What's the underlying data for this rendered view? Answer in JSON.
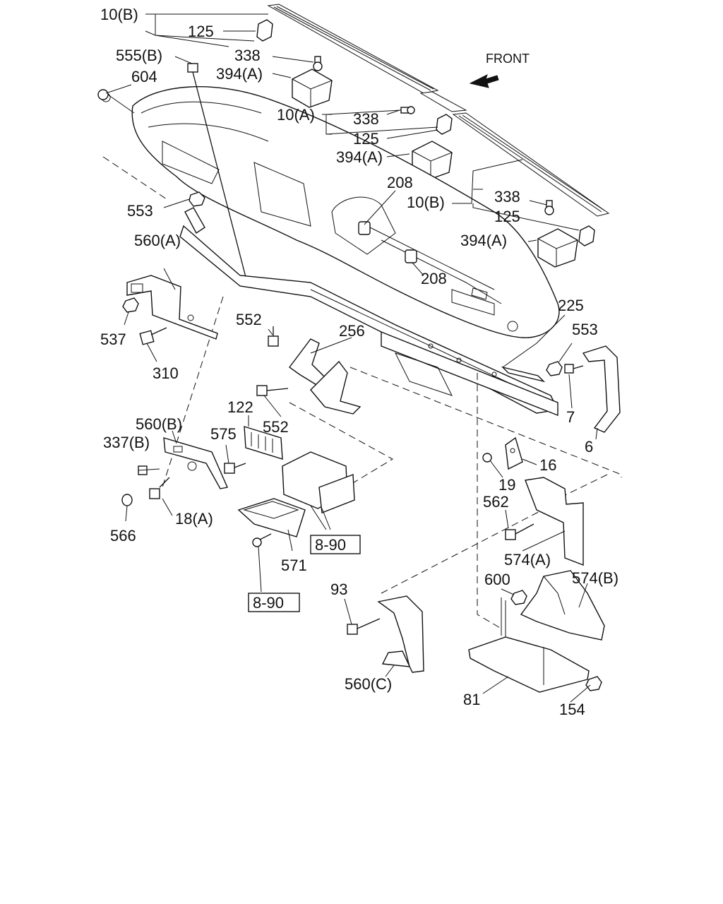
{
  "front_indicator": "FRONT",
  "callouts": [
    {
      "id": "c-10b-top",
      "text": "10(B)"
    },
    {
      "id": "c-125-top",
      "text": "125"
    },
    {
      "id": "c-338-top",
      "text": "338"
    },
    {
      "id": "c-555b",
      "text": "555(B)"
    },
    {
      "id": "c-604",
      "text": "604"
    },
    {
      "id": "c-394a-top",
      "text": "394(A)"
    },
    {
      "id": "c-10a",
      "text": "10(A)"
    },
    {
      "id": "c-338-mid",
      "text": "338"
    },
    {
      "id": "c-125-mid",
      "text": "125"
    },
    {
      "id": "c-394a-mid",
      "text": "394(A)"
    },
    {
      "id": "c-208-top",
      "text": "208"
    },
    {
      "id": "c-10b-right",
      "text": "10(B)"
    },
    {
      "id": "c-338-right",
      "text": "338"
    },
    {
      "id": "c-125-right",
      "text": "125"
    },
    {
      "id": "c-394a-right",
      "text": "394(A)"
    },
    {
      "id": "c-553-left",
      "text": "553"
    },
    {
      "id": "c-560a",
      "text": "560(A)"
    },
    {
      "id": "c-208-bottom",
      "text": "208"
    },
    {
      "id": "c-225",
      "text": "225"
    },
    {
      "id": "c-552-top",
      "text": "552"
    },
    {
      "id": "c-256",
      "text": "256"
    },
    {
      "id": "c-553-right",
      "text": "553"
    },
    {
      "id": "c-537",
      "text": "537"
    },
    {
      "id": "c-310",
      "text": "310"
    },
    {
      "id": "c-7",
      "text": "7"
    },
    {
      "id": "c-122",
      "text": "122"
    },
    {
      "id": "c-552-bottom",
      "text": "552"
    },
    {
      "id": "c-6",
      "text": "6"
    },
    {
      "id": "c-560b",
      "text": "560(B)"
    },
    {
      "id": "c-575",
      "text": "575"
    },
    {
      "id": "c-337b",
      "text": "337(B)"
    },
    {
      "id": "c-16",
      "text": "16"
    },
    {
      "id": "c-19",
      "text": "19"
    },
    {
      "id": "c-562",
      "text": "562"
    },
    {
      "id": "c-18a",
      "text": "18(A)"
    },
    {
      "id": "c-566",
      "text": "566"
    },
    {
      "id": "c-571",
      "text": "571"
    },
    {
      "id": "c-574a",
      "text": "574(A)"
    },
    {
      "id": "c-93",
      "text": "93"
    },
    {
      "id": "c-600",
      "text": "600"
    },
    {
      "id": "c-574b",
      "text": "574(B)"
    },
    {
      "id": "c-560c",
      "text": "560(C)"
    },
    {
      "id": "c-81",
      "text": "81"
    },
    {
      "id": "c-154",
      "text": "154"
    }
  ],
  "references": [
    {
      "id": "ref-upper",
      "text": "8-90"
    },
    {
      "id": "ref-lower",
      "text": "8-90"
    }
  ]
}
